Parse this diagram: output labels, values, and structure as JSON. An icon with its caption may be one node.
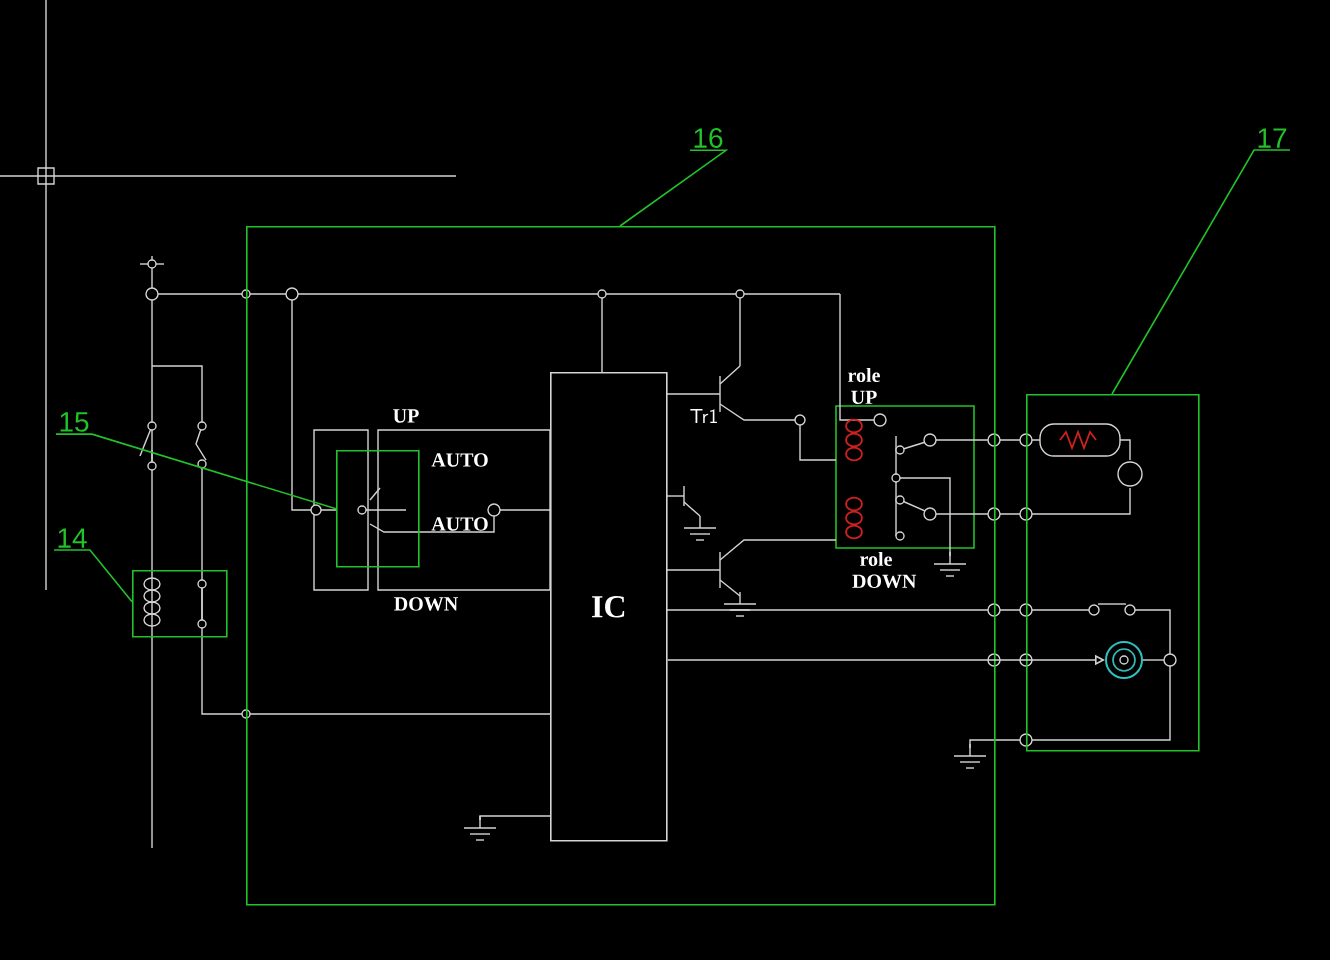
{
  "diagram": {
    "nodes": [
      {
        "text": [],
        "shape": "box"
      },
      {
        "text": [
          "16"
        ]
      },
      {
        "text": [],
        "shape": "box"
      },
      {
        "text": [
          "17"
        ]
      },
      {
        "text": [],
        "shape": "box",
        "in": 0
      },
      {
        "text": [
          "15"
        ]
      },
      {
        "text": [],
        "shape": "box"
      },
      {
        "text": [
          "14"
        ]
      },
      {
        "text": [
          "IC"
        ],
        "in": 0
      },
      {
        "text": [],
        "shape": "circle",
        "in": 2
      }
    ],
    "edges": [
      {
        "from": 1,
        "to": 0,
        "arrow": "none"
      },
      {
        "from": 3,
        "to": 2,
        "arrow": "none"
      },
      {
        "from": 5,
        "to": 4,
        "arrow": "none"
      },
      {
        "from": 7,
        "to": 6,
        "arrow": "none"
      },
      {
        "from": 8,
        "to": 9,
        "arrow": "to",
        "color": "#d4d4d4"
      }
    ],
    "labels": [
      "role UP",
      "UP",
      "Tr1",
      "AUTO",
      "AUTO",
      "role DOWN",
      "DOWN"
    ]
  }
}
